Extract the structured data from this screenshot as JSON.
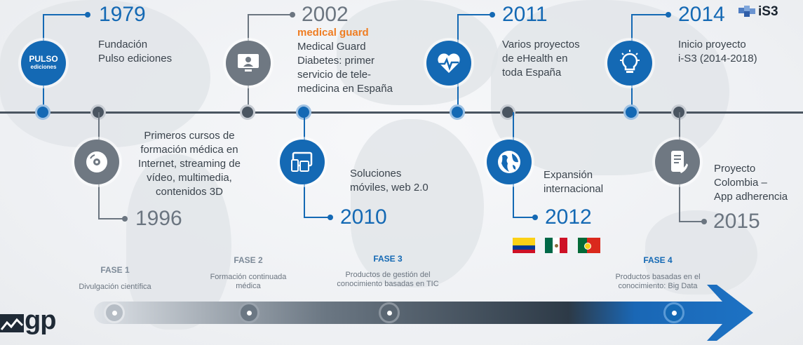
{
  "milestones": [
    {
      "year": "1979",
      "lines": [
        "Fundación",
        "Pulso ediciones"
      ],
      "logo_text": [
        "PULSO",
        "ediciones"
      ],
      "icon": "pulso-ediciones-logo"
    },
    {
      "year": "1996",
      "lines": [
        "Primeros cursos de",
        "formación médica en",
        "Internet, streaming de",
        "vídeo, multimedia,",
        "contenidos 3D"
      ],
      "icon": "disc-icon"
    },
    {
      "year": "2002",
      "brand": "medical guard",
      "lines": [
        "Medical Guard",
        "Diabetes: primer",
        "servicio de tele-",
        "medicina en España"
      ],
      "icon": "doctor-monitor-icon"
    },
    {
      "year": "2010",
      "lines": [
        "Soluciones",
        "móviles, web 2.0"
      ],
      "icon": "devices-icon"
    },
    {
      "year": "2011",
      "lines": [
        "Varios proyectos",
        "de eHealth en",
        "toda España"
      ],
      "icon": "heart-pulse-icon"
    },
    {
      "year": "2012",
      "lines": [
        "Expansión",
        "internacional"
      ],
      "icon": "globe-icon"
    },
    {
      "year": "2014",
      "lines": [
        "Inicio proyecto",
        "i-S3 (2014-2018)"
      ],
      "icon": "lightbulb-icon"
    },
    {
      "year": "2015",
      "lines": [
        "Proyecto",
        "Colombia –",
        "App adherencia"
      ],
      "icon": "phone-app-icon"
    }
  ],
  "flags": [
    {
      "country": "Colombia",
      "colors": [
        "#fcd116",
        "#003893",
        "#ce1126"
      ]
    },
    {
      "country": "México",
      "colors": [
        "#006847",
        "#ffffff",
        "#ce1126"
      ]
    },
    {
      "country": "Portugal",
      "colors": [
        "#046a38",
        "#da291c"
      ]
    }
  ],
  "phases": [
    {
      "title": "FASE 1",
      "lines": [
        "Divulgación científica"
      ],
      "color": "#7d8a98"
    },
    {
      "title": "FASE 2",
      "lines": [
        "Formación continuada",
        "médica"
      ],
      "color": "#7d8a98"
    },
    {
      "title": "FASE 3",
      "lines": [
        "Productos de gestión del",
        "conocimiento basadas en TIC"
      ],
      "color": "#1469b4"
    },
    {
      "title": "FASE 4",
      "lines": [
        "Productos basadas en el",
        "conocimiento: Big Data"
      ],
      "color": "#1469b4"
    }
  ],
  "logos": {
    "top_right": "iS3",
    "bottom_left": "gp"
  },
  "colors": {
    "accent": "#1469b4",
    "gray": "#6f7882",
    "brand_orange": "#ef7d22",
    "line": "#4a5561"
  }
}
